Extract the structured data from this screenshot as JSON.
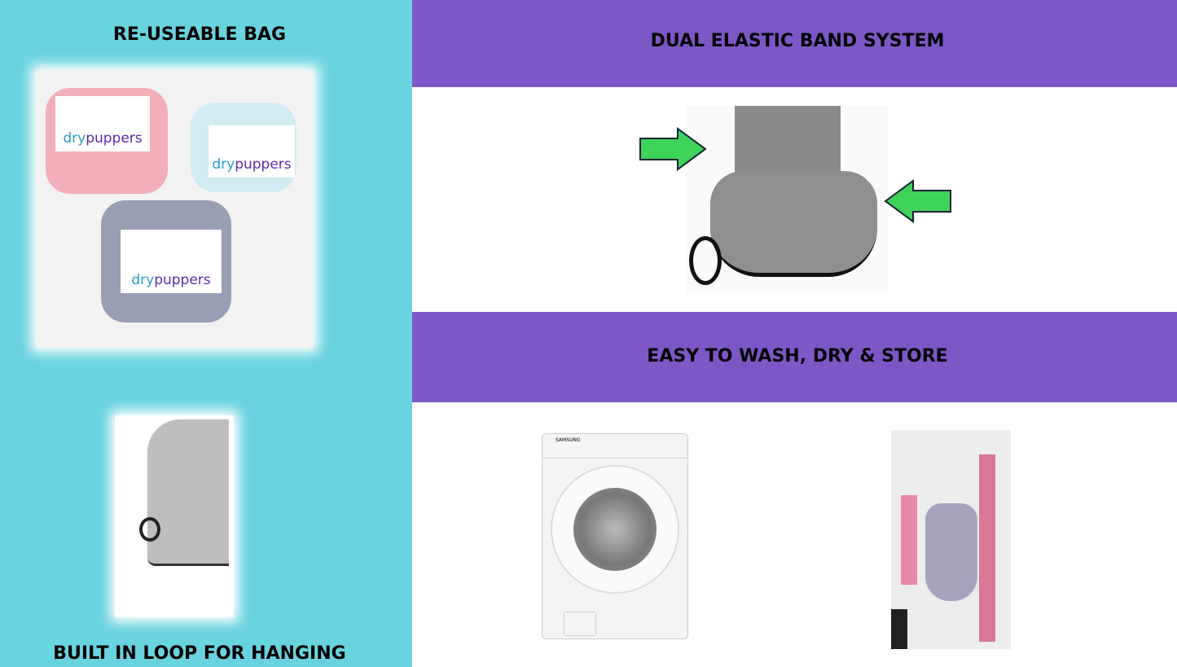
{
  "left": {
    "title_top": "RE-USEABLE BAG",
    "title_bottom": "BUILT IN LOOP FOR HANGING",
    "brand_light": "dry",
    "brand_dark": "puppers"
  },
  "right": {
    "band1": "DUAL ELASTIC BAND SYSTEM",
    "band2": "EASY TO WASH, DRY & STORE",
    "washer_brand": "SAMSUNG"
  },
  "colors": {
    "cyan": "#6AD3E0",
    "purple": "#7E57C7",
    "arrow": "#3FD35A"
  }
}
